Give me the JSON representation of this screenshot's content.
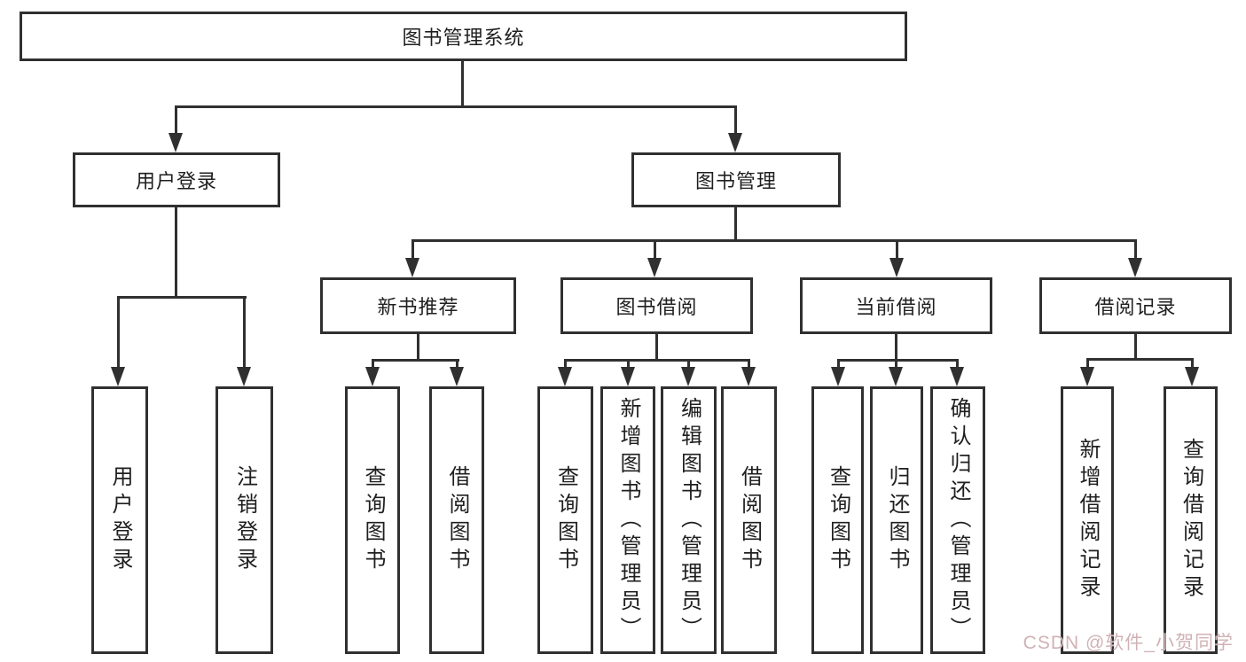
{
  "root": {
    "label": "图书管理系统"
  },
  "branches": [
    {
      "label": "用户登录",
      "leaves": [
        {
          "label": "用户登录"
        },
        {
          "label": "注销登录"
        }
      ]
    },
    {
      "label": "图书管理",
      "sections": [
        {
          "label": "新书推荐",
          "leaves": [
            {
              "label": "查询图书"
            },
            {
              "label": "借阅图书"
            }
          ]
        },
        {
          "label": "图书借阅",
          "leaves": [
            {
              "label": "查询图书"
            },
            {
              "label": "新增图书（管理员）"
            },
            {
              "label": "编辑图书（管理员）"
            },
            {
              "label": "借阅图书"
            }
          ]
        },
        {
          "label": "当前借阅",
          "leaves": [
            {
              "label": "查询图书"
            },
            {
              "label": "归还图书"
            },
            {
              "label": "确认归还（管理员）"
            }
          ]
        },
        {
          "label": "借阅记录",
          "leaves": [
            {
              "label": "新增借阅记录"
            },
            {
              "label": "查询借阅记录"
            }
          ]
        }
      ]
    }
  ],
  "watermark": {
    "text": "CSDN @软件_小贺同学",
    "color": "#d0b2b6"
  },
  "colors": {
    "line": "#303030",
    "background": "#ffffff",
    "text": "#1f1f1f"
  }
}
